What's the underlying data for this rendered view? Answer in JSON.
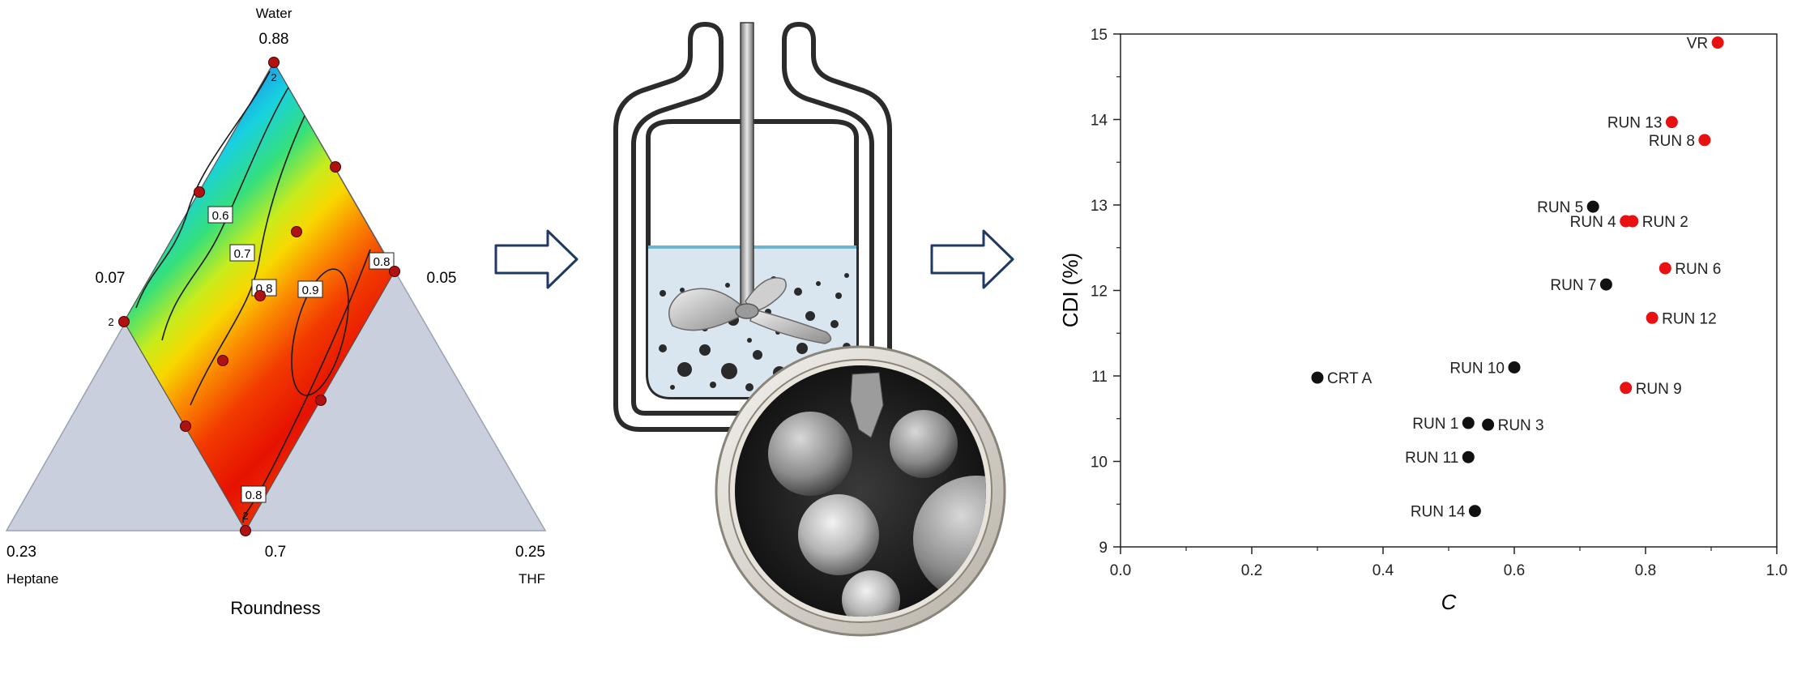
{
  "ternary": {
    "apex_top_name": "Water",
    "apex_top_value": "0.88",
    "left_mid_value": "0.07",
    "right_mid_value": "0.05",
    "bottom_left_value": "0.23",
    "bottom_left_name": "Heptane",
    "bottom_mid_value": "0.7",
    "bottom_right_value": "0.25",
    "bottom_right_name": "THF",
    "response_title": "Roundness",
    "contour_labels": [
      "0.6",
      "0.7",
      "0.8",
      "0.9",
      "0.8",
      "0.8"
    ],
    "replicate_labels": [
      "2",
      "2",
      "2"
    ],
    "colors": {
      "low": "#1c3fd6",
      "mid": "#f2e600",
      "high": "#e81400",
      "base": "#c9cfdc",
      "point": "#b01212"
    }
  },
  "chart_data": {
    "type": "scatter",
    "title": "",
    "xlabel": "C",
    "ylabel": "CDI (%)",
    "xlim": [
      0.0,
      1.0
    ],
    "ylim": [
      9,
      15
    ],
    "xticks": [
      "0.0",
      "0.2",
      "0.4",
      "0.6",
      "0.8",
      "1.0"
    ],
    "yticks": [
      "9",
      "10",
      "11",
      "12",
      "13",
      "14",
      "15"
    ],
    "grid": false,
    "series": [
      {
        "color": "#111111",
        "points": [
          {
            "label": "CRT A",
            "x": 0.3,
            "y": 10.98
          },
          {
            "label": "RUN 10",
            "x": 0.6,
            "y": 11.1
          },
          {
            "label": "RUN 1",
            "x": 0.53,
            "y": 10.45
          },
          {
            "label": "RUN 3",
            "x": 0.56,
            "y": 10.43
          },
          {
            "label": "RUN 11",
            "x": 0.53,
            "y": 10.05
          },
          {
            "label": "RUN 14",
            "x": 0.54,
            "y": 9.42
          },
          {
            "label": "RUN 5",
            "x": 0.72,
            "y": 12.98
          },
          {
            "label": "RUN 7",
            "x": 0.74,
            "y": 12.07
          }
        ]
      },
      {
        "color": "#e81010",
        "points": [
          {
            "label": "VR",
            "x": 0.91,
            "y": 14.9
          },
          {
            "label": "RUN 13",
            "x": 0.84,
            "y": 13.97
          },
          {
            "label": "RUN 8",
            "x": 0.89,
            "y": 13.76
          },
          {
            "label": "RUN 4",
            "x": 0.77,
            "y": 12.81
          },
          {
            "label": "RUN 2",
            "x": 0.78,
            "y": 12.81
          },
          {
            "label": "RUN 6",
            "x": 0.83,
            "y": 12.26
          },
          {
            "label": "RUN 12",
            "x": 0.81,
            "y": 11.68
          },
          {
            "label": "RUN 9",
            "x": 0.77,
            "y": 10.86
          }
        ]
      }
    ]
  }
}
